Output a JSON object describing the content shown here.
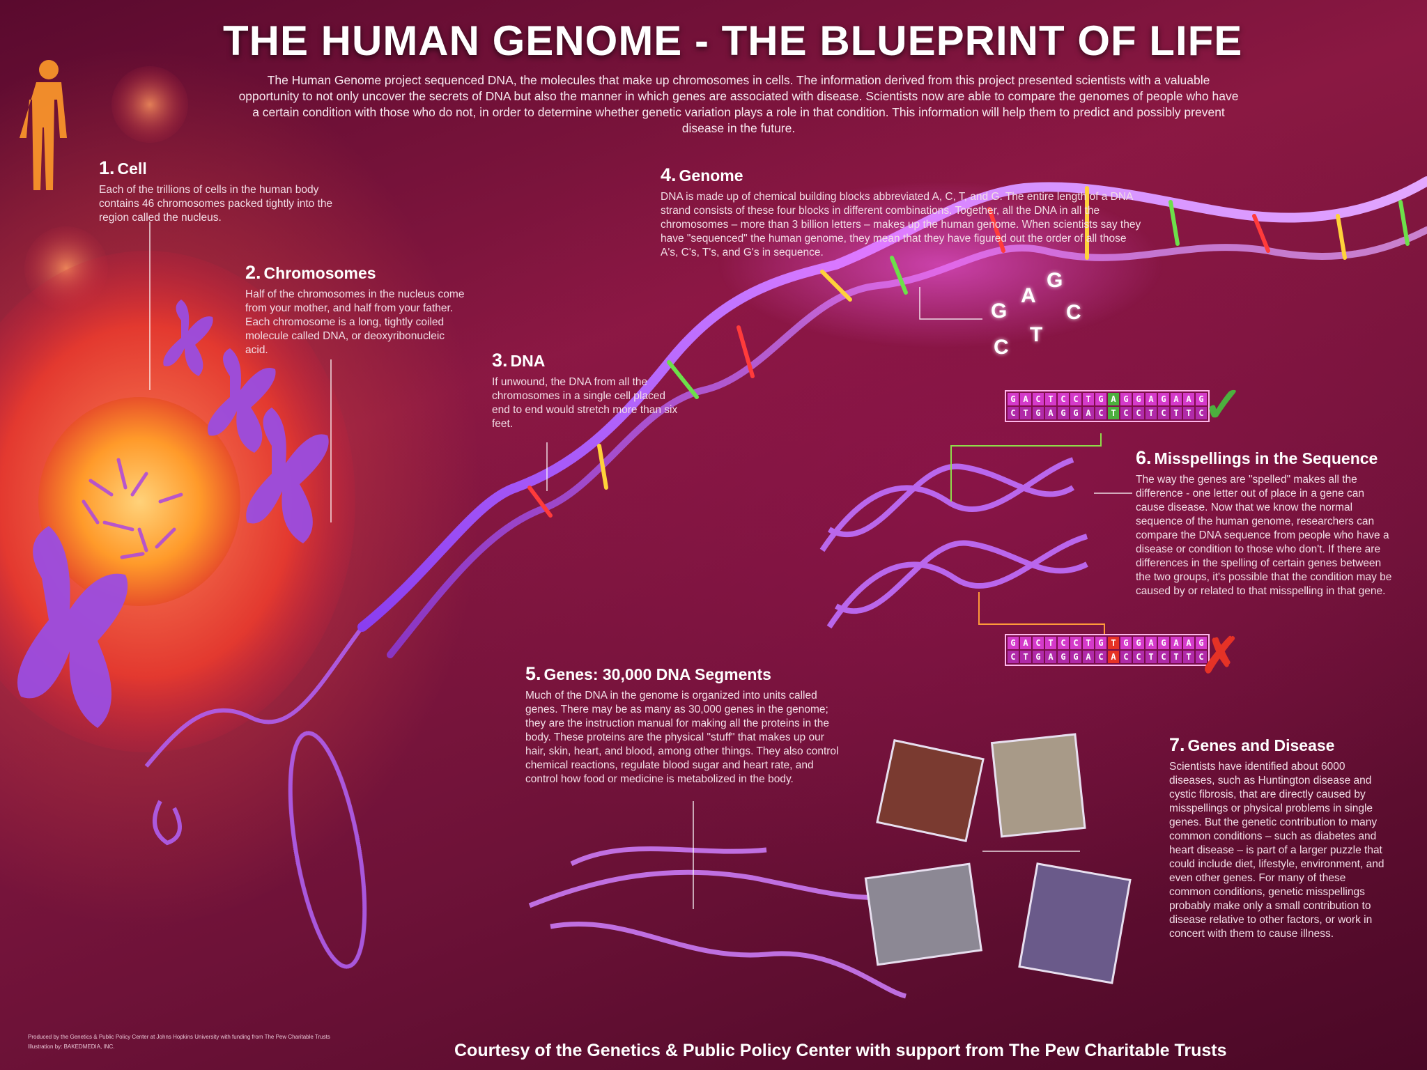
{
  "title": "THE HUMAN GENOME - THE BLUEPRINT OF LIFE",
  "intro": "The Human Genome project sequenced DNA, the molecules that make up chromosomes in cells. The information derived from this project presented scientists with a valuable opportunity to not only uncover the secrets of DNA but also the manner in which genes are associated with disease. Scientists now are able to compare the genomes of people who have a certain condition with those who do not, in order to determine whether genetic variation plays a role in that condition. This information will help them to predict and possibly prevent disease in the future.",
  "sections": {
    "cell": {
      "num": "1.",
      "title": "Cell",
      "body": "Each of the trillions of cells in the human body contains 46 chromosomes packed tightly into the region called the nucleus."
    },
    "chromosomes": {
      "num": "2.",
      "title": "Chromosomes",
      "body": "Half of the chromosomes in the nucleus come from your mother, and half from your father. Each chromosome is a long, tightly coiled molecule called DNA, or deoxyribonucleic acid."
    },
    "dna": {
      "num": "3.",
      "title": "DNA",
      "body": "If unwound, the DNA from all the chromosomes in a single cell placed end to end would stretch more than six feet."
    },
    "genome": {
      "num": "4.",
      "title": "Genome",
      "body": "DNA is made up of chemical building blocks abbreviated A, C, T, and G. The entire length of a DNA strand consists of these four blocks in different combinations. Together, all the DNA in all the chromosomes – more than 3 billion letters – makes up the human genome. When scientists say they have \"sequenced\" the human genome, they mean that they have figured out the order of all those A's, C's, T's, and G's in sequence."
    },
    "genes": {
      "num": "5.",
      "title": "Genes: 30,000 DNA Segments",
      "body": "Much of the DNA in the genome is organized into units called genes. There may be as many as 30,000 genes in the genome; they are the instruction manual for making all the proteins in the body. These proteins are the physical \"stuff\" that makes up our hair, skin, heart, and blood, among other things. They also control chemical reactions, regulate blood sugar and heart rate, and control how food or medicine is metabolized in the body."
    },
    "misspellings": {
      "num": "6.",
      "title": "Misspellings in the Sequence",
      "body": "The way the genes are \"spelled\" makes all the difference - one letter out of place in a gene can cause disease. Now that we know the normal sequence of the human genome, researchers can compare the DNA sequence from people who have a disease or condition to those who don't. If there are differences in the spelling of certain genes between the two groups, it's possible that the condition may be caused by or related to that misspelling in that gene."
    },
    "disease": {
      "num": "7.",
      "title": "Genes and Disease",
      "body": "Scientists have identified about 6000 diseases, such as Huntington disease and cystic fibrosis, that are directly caused by misspellings or physical problems in single genes. But the genetic contribution to many common conditions – such as diabetes and heart disease – is part of a larger puzzle that could include diet, lifestyle, environment, and even other genes. For many of these common conditions, genetic misspellings probably make only a small contribution to disease relative to other factors, or work in concert with them to cause illness."
    }
  },
  "dna_letters": [
    "G",
    "A",
    "G",
    "C",
    "C",
    "T"
  ],
  "sequences": {
    "correct": {
      "top": "GACTCCTGAGGAGAAG",
      "bottom": "CTGAGGACTCCTCTTC",
      "highlight_index": 8,
      "highlight_color": "#4caf3e",
      "mark": "✓",
      "mark_color": "#4caf3e"
    },
    "mutated": {
      "top": "GACTCCTGTGGAGAAG",
      "bottom": "CTGAGGACACCTCTTC",
      "highlight_index": 8,
      "highlight_color": "#e53226",
      "mark": "✗",
      "mark_color": "#e53226"
    }
  },
  "credit": "Courtesy of the Genetics & Public Policy Center with support from The Pew Charitable Trusts",
  "fineprint": {
    "line1": "Produced by the Genetics & Public Policy Center at Johns Hopkins University with funding from The Pew Charitable Trusts",
    "line2": "Illustration by: BAKEDMEDIA, INC."
  },
  "colors": {
    "background": "#7a1540",
    "dna_strand": "#a24cf0",
    "chromosome": "#9b4de0",
    "cell": "#ff5a3c",
    "nucleus": "#ffb030"
  }
}
